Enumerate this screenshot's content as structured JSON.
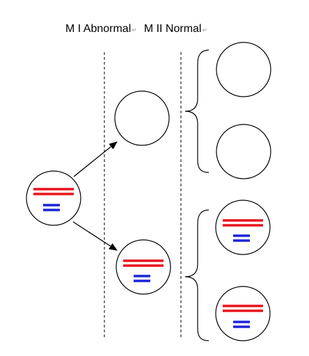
{
  "header": {
    "label_1": "M I Abnormal",
    "mark_1": "↵",
    "label_2": "M II Normal",
    "mark_2": "↵"
  },
  "colors": {
    "chromosome_red": "#e8141c",
    "chromosome_blue": "#1b24d8",
    "outline": "#000000"
  },
  "stages": [
    {
      "name": "parent-cell",
      "chromosomes": [
        "red",
        "blue"
      ]
    },
    {
      "name": "mi-daughter-top",
      "chromosomes": []
    },
    {
      "name": "mi-daughter-bottom",
      "chromosomes": [
        "red",
        "blue"
      ]
    },
    {
      "name": "mii-cell-1",
      "chromosomes": []
    },
    {
      "name": "mii-cell-2",
      "chromosomes": []
    },
    {
      "name": "mii-cell-3",
      "chromosomes": [
        "red",
        "blue"
      ]
    },
    {
      "name": "mii-cell-4",
      "chromosomes": [
        "red",
        "blue"
      ]
    }
  ]
}
